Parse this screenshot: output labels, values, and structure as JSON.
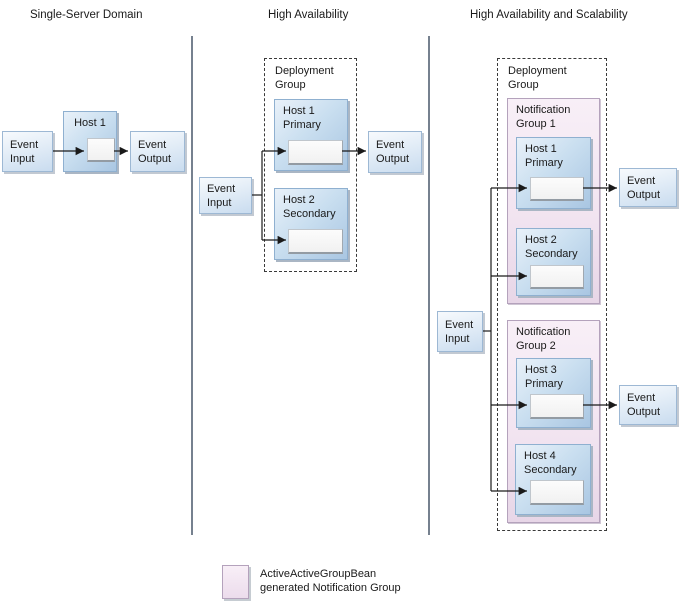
{
  "colors": {
    "host_box_blue": "#a9c6e2",
    "io_box_blue": "#c9dcef",
    "notification_group_pink": "#f1e3f0",
    "divider_gray": "#76818f",
    "wire_black": "#1a1a1a"
  },
  "panels": {
    "single_server": {
      "title": "Single-Server Domain",
      "event_input": "Event Input",
      "event_output": "Event Output",
      "host": {
        "name": "Host 1",
        "role": ""
      }
    },
    "high_availability": {
      "title": "High Availability",
      "deployment_group": "Deployment Group",
      "event_input": "Event Input",
      "event_output": "Event Output",
      "hosts": [
        {
          "name": "Host 1",
          "role": "Primary"
        },
        {
          "name": "Host 2",
          "role": "Secondary"
        }
      ]
    },
    "ha_scalability": {
      "title": "High Availability and Scalability",
      "deployment_group": "Deployment Group",
      "event_input": "Event Input",
      "event_outputs": [
        "Event Output",
        "Event Output"
      ],
      "notification_groups": [
        {
          "label": "Notification Group 1",
          "hosts": [
            {
              "name": "Host 1",
              "role": "Primary"
            },
            {
              "name": "Host 2",
              "role": "Secondary"
            }
          ]
        },
        {
          "label": "Notification Group 2",
          "hosts": [
            {
              "name": "Host 3",
              "role": "Primary"
            },
            {
              "name": "Host 4",
              "role": "Secondary"
            }
          ]
        }
      ]
    }
  },
  "legend": {
    "line1": "ActiveActiveGroupBean",
    "line2": "generated Notification Group"
  }
}
